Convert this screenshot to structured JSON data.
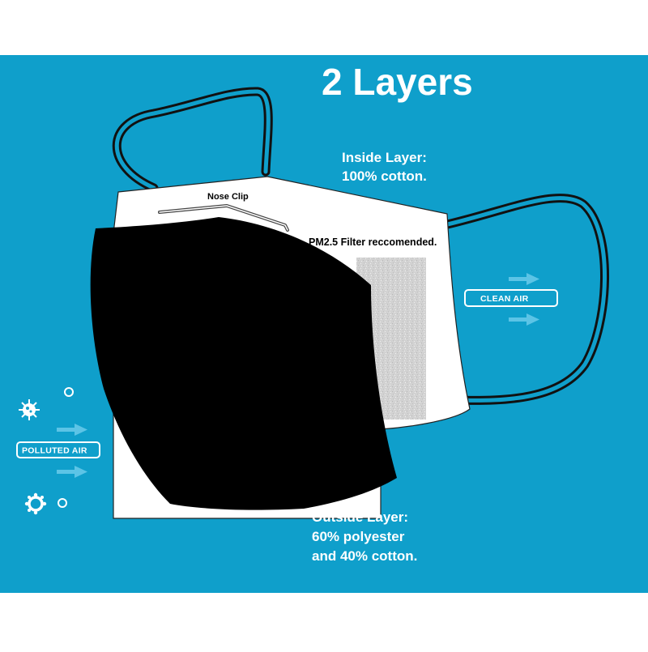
{
  "title": "2 Layers",
  "inside_layer": {
    "line1": "Inside Layer:",
    "line2": "100% cotton."
  },
  "nose_clip_label": "Nose Clip",
  "filter_label": "PM2.5 Filter reccomended.",
  "clean_air_label": "CLEAN AIR",
  "polluted_air_label": "POLLUTED AIR",
  "outside_layer": {
    "line1": "Outside Layer:",
    "line2": "60% polyester",
    "line3": "and 40% cotton."
  },
  "colors": {
    "background": "#0f9fcb",
    "page": "#ffffff",
    "outer_layer": "#000000",
    "inner_layer": "#ffffff",
    "filter": "#d2d2d2",
    "arrow": "#5cc4e6"
  }
}
